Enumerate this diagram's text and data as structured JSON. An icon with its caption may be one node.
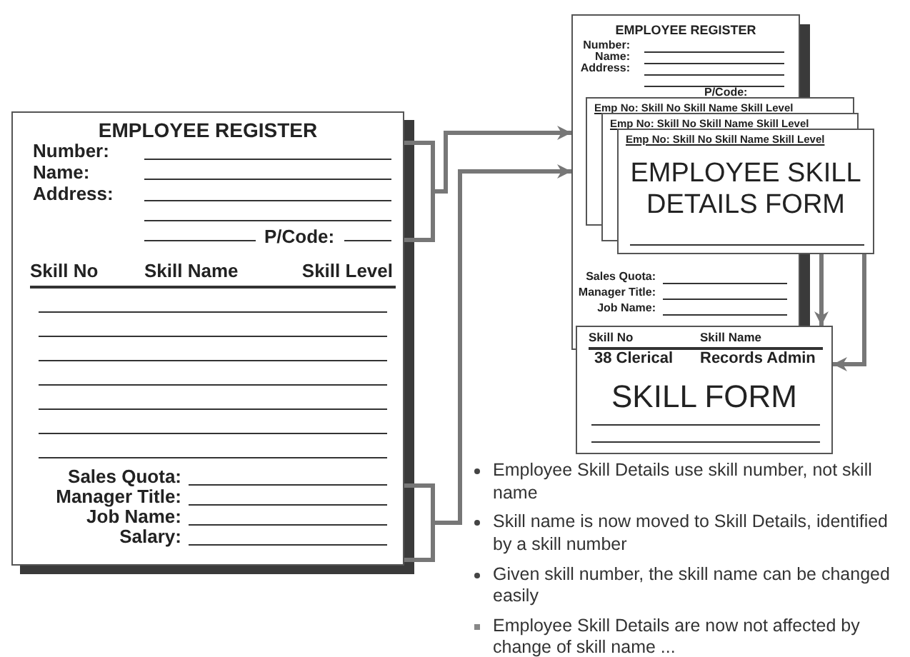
{
  "diagram": {
    "nodes": [
      {
        "text": [
          "EMPLOYEE REGISTER",
          "Number:",
          "Name:",
          "Address:",
          "P/Code:",
          "Skill No",
          "Skill Name",
          "Skill Level",
          "Sales Quota:",
          "Manager Title:",
          "Job Name:",
          "Salary:"
        ]
      },
      {
        "text": [
          "EMPLOYEE REGISTER",
          "Number:",
          "Name:",
          "Address:",
          "P/Code:",
          "Sales Quota:",
          "Manager Title:",
          "Job Name:"
        ]
      },
      {
        "text": [
          "Emp No: Skill No Skill Name Skill Level"
        ]
      },
      {
        "text": [
          "Emp No: Skill No Skill Name Skill Level"
        ]
      },
      {
        "text": [
          "Emp No: Skill No Skill Name Skill Level",
          "EMPLOYEE SKILL DETAILS FORM"
        ]
      },
      {
        "text": [
          "Skill No",
          "Skill Name",
          "38 Clerical",
          "Records Admin",
          "SKILL FORM"
        ]
      }
    ],
    "edges": [
      {
        "from": 0,
        "to": 1,
        "arrow": "to"
      },
      {
        "from": 0,
        "to": 1,
        "arrow": "to"
      },
      {
        "from": 4,
        "to": 5,
        "arrow": "to"
      },
      {
        "from": 4,
        "to": 5,
        "arrow": "to"
      }
    ],
    "labels": [
      "Employee Skill Details use skill number, not skill name",
      "Skill name is now moved to Skill Details, identified by a skill number",
      "Given skill number, the skill name can be changed easily",
      "Employee Skill Details are now not affected by change of skill name ..."
    ]
  }
}
